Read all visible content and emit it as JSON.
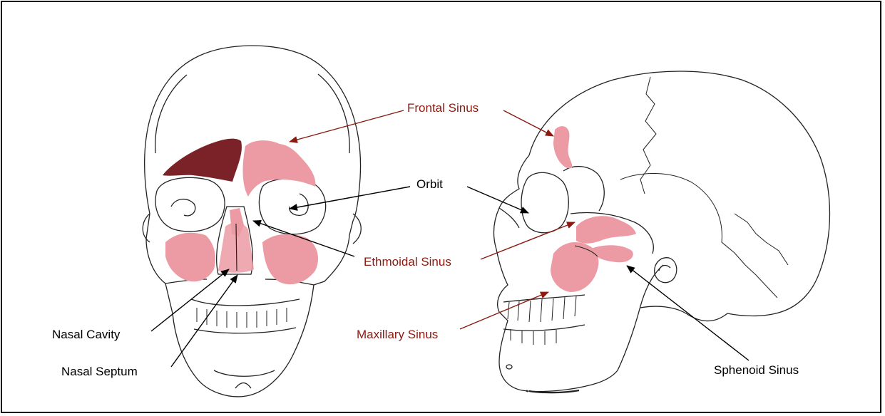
{
  "colors": {
    "sinus_label": "#8b1a10",
    "structure_label": "#000000",
    "sinus_fill": "#ec9aa3",
    "sinus_dark": "#7a2228",
    "outline": "#222222",
    "arrow_red": "#8b1a10"
  },
  "labels": {
    "frontal_sinus": "Frontal Sinus",
    "orbit": "Orbit",
    "ethmoidal_sinus": "Ethmoidal Sinus",
    "maxillary_sinus": "Maxillary Sinus",
    "nasal_cavity": "Nasal Cavity",
    "nasal_septum": "Nasal Septum",
    "sphenoid_sinus": "Sphenoid Sinus"
  },
  "figures": {
    "frontal_view": "skull-frontal-view",
    "lateral_view": "skull-lateral-view"
  }
}
